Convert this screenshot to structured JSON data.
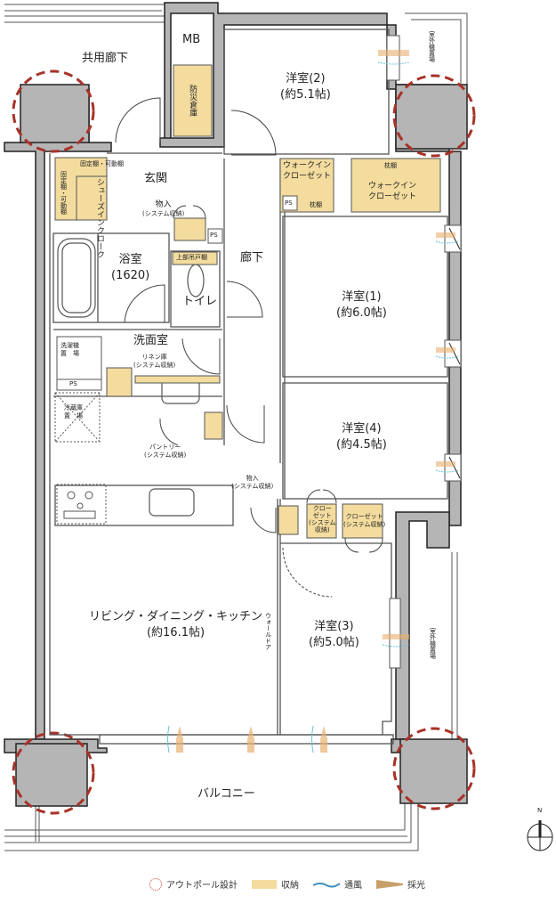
{
  "plan": {
    "type": "apartment-floor-plan",
    "layout": "3LDK + WIC",
    "colors": {
      "wall": "#b5b5b5",
      "wall_outline": "#222222",
      "storage": "#f3dc9e",
      "outpole_circle": "#a83228",
      "ventilation": "#6cc3d5",
      "daylight": "#e8b070"
    },
    "exterior": {
      "common_corridor": "共用廊下",
      "balcony": "バルコニー",
      "outdoor_unit_top": "室外機置場",
      "outdoor_unit_right": "室外機置場"
    },
    "rooms": {
      "mb": "MB",
      "disaster_storage": "防災倉庫",
      "entrance": "玄関",
      "shoes_in_closet": "シューズインクローク",
      "fixed_shelf_1": "固定棚・可動棚",
      "fixed_shelf_2": "固定棚・可動棚",
      "storage_entrance": "物入",
      "storage_entrance_sub": "(システム収納)",
      "ps_entrance": "PS",
      "bathroom": "浴室",
      "bathroom_size": "(1620)",
      "upper_cabinet": "上部吊戸棚",
      "toilet": "トイレ",
      "hallway": "廊下",
      "washroom": "洗面室",
      "washer_space_1": "洗濯機",
      "washer_space_2": "置　場",
      "linen_storage": "リネン庫",
      "linen_storage_sub": "(システム収納)",
      "ps_washroom": "PS",
      "fridge_space_1": "冷蔵庫",
      "fridge_space_2": "置　場",
      "pantry": "パントリー",
      "pantry_sub": "(システム収納)",
      "storage_mid": "物入",
      "storage_mid_sub": "(システム収納)",
      "ldk": "リビング・ダイニング・キッチン",
      "ldk_size": "(約16.1帖)",
      "wall_door": "ウォールドア",
      "western_1": "洋室(1)",
      "western_1_size": "(約6.0帖)",
      "western_2": "洋室(2)",
      "western_2_size": "(約5.1帖)",
      "western_3": "洋室(3)",
      "western_3_size": "(約5.0帖)",
      "western_4": "洋室(4)",
      "western_4_size": "(約4.5帖)",
      "wic_1_line1": "ウォークイン",
      "wic_1_line2": "クローゼット",
      "wic_1_shelf": "枕棚",
      "wic_2_line1": "ウォークイン",
      "wic_2_line2": "クローゼット",
      "wic_2_shelf": "枕棚",
      "ps_wic": "PS",
      "closet_a_1": "クロー",
      "closet_a_2": "ゼット",
      "closet_a_3": "(システム",
      "closet_a_4": "収納)",
      "closet_b": "クローゼット",
      "closet_b_sub": "(システム収納)"
    },
    "legend": {
      "outpole": "アウトポール設計",
      "storage": "収納",
      "ventilation": "通風",
      "daylight": "採光"
    },
    "compass": {
      "north": "N"
    }
  }
}
